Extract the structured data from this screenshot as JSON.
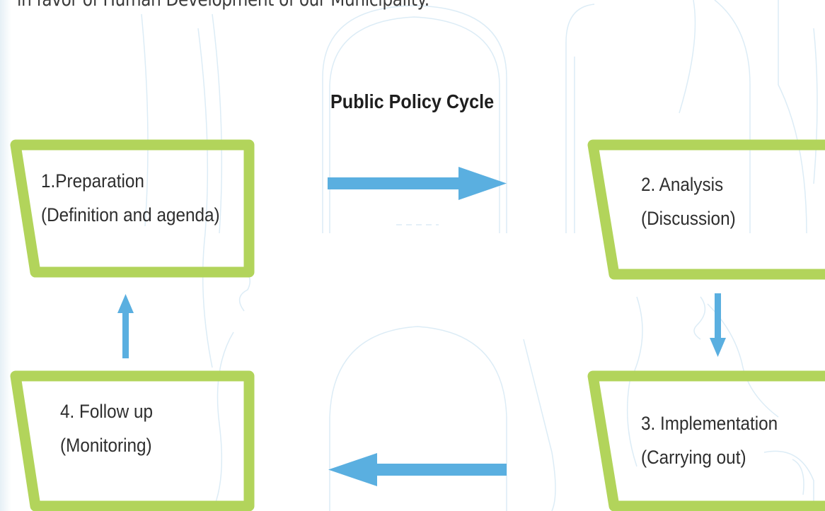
{
  "intro_text": "in favor of Human Development of our Municipality.",
  "title": "Public Policy Cycle",
  "steps": [
    {
      "line1": "1.Preparation",
      "line2": "(Definition and agenda)"
    },
    {
      "line1": "2. Analysis",
      "line2": "(Discussion)"
    },
    {
      "line1": "3. Implementation",
      "line2": "(Carrying out)"
    },
    {
      "line1": "4. Follow up",
      "line2": "(Monitoring)"
    }
  ],
  "colors": {
    "box_border": "#b2d45b",
    "arrow": "#5aafe0",
    "sketch": "#dcecf6"
  },
  "icons": {
    "arrow_right": "arrow-right-icon",
    "arrow_down": "arrow-down-icon",
    "arrow_left": "arrow-left-icon",
    "arrow_up": "arrow-up-icon"
  }
}
